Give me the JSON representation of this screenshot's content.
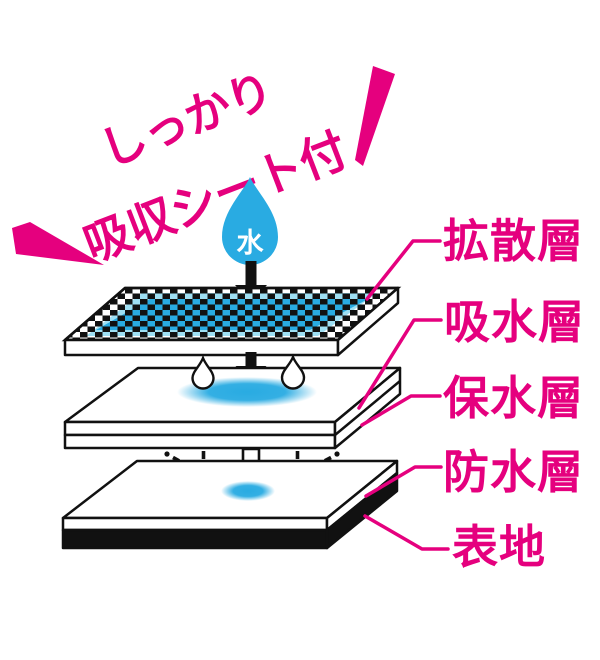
{
  "headline": {
    "line1": "しっかり",
    "line2": "吸収シート付"
  },
  "water_drop": {
    "label": "水"
  },
  "layer_labels": [
    {
      "text": "拡散層"
    },
    {
      "text": "吸水層"
    },
    {
      "text": "保水層"
    },
    {
      "text": "防水層"
    },
    {
      "text": "表地"
    }
  ],
  "colors": {
    "pink": "#E5007E",
    "blue": "#29ABE2",
    "light_blue": "#9FE0F4",
    "ink": "#111111"
  }
}
